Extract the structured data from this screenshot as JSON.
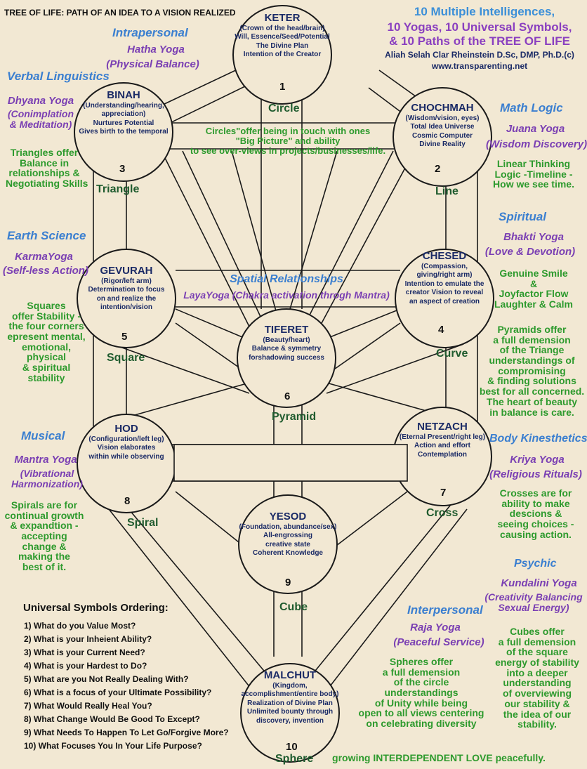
{
  "title": "TREE OF LIFE: PATH OF AN IDEA TO A VISION REALIZED",
  "header": {
    "line1": "10 Multiple Intelligences,",
    "line2": "10 Yogas, 10 Universal Symbols,",
    "line3": "& 10 Paths of the TREE OF LIFE",
    "author": "Aliah Selah Clar Rheinstein D.Sc, DMP, Ph.D.(c)",
    "website": "www.transparenting.net"
  },
  "sephirot": [
    {
      "name": "KETER",
      "lines": [
        "(Crown of the head/brain)",
        "Will, Essence/Seed/Potential",
        "The Divine Plan",
        "Intention of the Creator"
      ],
      "num": "1",
      "symbol": "Circle"
    },
    {
      "name": "CHOCHMAH",
      "lines": [
        "(Wisdom/vision, eyes)",
        "Total Idea Universe",
        "Cosmic Computer",
        "Divine Reality"
      ],
      "num": "2",
      "symbol": "Line"
    },
    {
      "name": "BINAH",
      "lines": [
        "(Understanding/hearing,",
        "appreciation)",
        "Nurtures Potential",
        "Gives birth to the temporal"
      ],
      "num": "3",
      "symbol": "Triangle"
    },
    {
      "name": "CHESED",
      "lines": [
        "(Compassion,",
        "giving/right arm)",
        "Intention to emulate  the",
        "creator Vision to reveal",
        "an aspect of creation"
      ],
      "num": "4",
      "symbol": "Curve"
    },
    {
      "name": "GEVURAH",
      "lines": [
        "(Rigor/left arm)",
        "Determination to focus",
        "on and realize the",
        "intention/vision"
      ],
      "num": "5",
      "symbol": "Square"
    },
    {
      "name": "TIFERET",
      "lines": [
        "(Beauty/heart)",
        "Balance & symmetry",
        "forshadowing success"
      ],
      "num": "6",
      "symbol": "Pyramid"
    },
    {
      "name": "NETZACH",
      "lines": [
        "(Eternal Present/right leg)",
        "Action and effort",
        "Contemplation"
      ],
      "num": "7",
      "symbol": "Cross"
    },
    {
      "name": "HOD",
      "lines": [
        "(Configuration/left leg)",
        "Vision elaborates",
        "within while observing"
      ],
      "num": "8",
      "symbol": "Spiral"
    },
    {
      "name": "YESOD",
      "lines": [
        "(Foundation, abundance/sex)",
        "All-engrossing",
        "creative state",
        "Coherent Knowledge"
      ],
      "num": "9",
      "symbol": "Cube"
    },
    {
      "name": "MALCHUT",
      "lines": [
        "(Kingdom,",
        "accomplishment/entire body)",
        "Realization of Divine Plan",
        "Unlimited bounty through",
        "discovery, invention"
      ],
      "num": "10",
      "symbol": "Sphere"
    }
  ],
  "circles_note": [
    "Circles\"offer being in touch with ones",
    "\"Big Picture\" and ability",
    "to see over-views in projects/businesses/life."
  ],
  "spatial": {
    "title": "Spatial Relationships",
    "yoga": "LayaYoga (Chakra activation throgh Mantra)"
  },
  "intelligences": {
    "intrapersonal": {
      "label": "Intrapersonal",
      "yoga": "Hatha Yoga",
      "yoga_sub": "(Physical Balance)"
    },
    "verbal": {
      "label": "Verbal Linguistics",
      "yoga": "Dhyana Yoga",
      "yoga_sub": [
        "(Conimplation",
        "& Meditation)"
      ],
      "note": [
        "Triangles offer",
        "Balance in",
        "relationships &",
        "Negotiating Skills"
      ]
    },
    "math": {
      "label": "Math Logic",
      "yoga": "Juana Yoga",
      "yoga_sub": "(Wisdom Discovery)",
      "note": [
        "Linear Thinking",
        "Logic -Timeline -",
        "How we see time."
      ]
    },
    "spiritual": {
      "label": "Spiritual",
      "yoga": "Bhakti Yoga",
      "yoga_sub": "(Love & Devotion)",
      "note": [
        "Genuine Smile",
        "&",
        "Joyfactor Flow",
        "Laughter & Calm"
      ]
    },
    "earth": {
      "label": "Earth Science",
      "yoga": "KarmaYoga",
      "yoga_sub": "(Self-less Action)",
      "note": [
        "Squares",
        "offer Stability -",
        "the four corners",
        "epresent mental,",
        "emotional,",
        "physical",
        "& spiritual",
        "stability"
      ]
    },
    "pyramids_note": [
      "Pyramids offer",
      "a full demension",
      "of the Triange",
      "understandings of",
      "compromising",
      "& finding solutions",
      "best for all concerned.",
      "The heart of beauty",
      "in balance is care."
    ],
    "body": {
      "label": "Body Kinesthetics",
      "yoga": "Kriya Yoga",
      "yoga_sub": "(Religious Rituals)",
      "note": [
        "Crosses are for",
        "ability to make",
        "descions &",
        "seeing choices -",
        "causing action."
      ]
    },
    "musical": {
      "label": "Musical",
      "yoga": "Mantra Yoga",
      "yoga_sub": [
        "(Vibrational",
        "Harmonization)"
      ],
      "note": [
        "Spirals are for",
        "continual growth",
        "& expandtion -",
        "accepting",
        "change &",
        "making the",
        "best of it."
      ]
    },
    "psychic": {
      "label": "Psychic",
      "yoga": "Kundalini Yoga",
      "yoga_sub": [
        "(Creativity Balancing",
        "Sexual Energy)"
      ],
      "note": [
        "Cubes offer",
        "a full demension",
        "of the square",
        "energy of stability",
        "into a deeper",
        "understanding",
        "of overviewing",
        "our stability &",
        "the idea of our",
        "stability."
      ]
    },
    "interpersonal": {
      "label": "Interpersonal",
      "yoga": "Raja Yoga",
      "yoga_sub": "(Peaceful Service)",
      "note": [
        "Spheres offer",
        "a full demension",
        "of the circle",
        "understandings",
        "of Unity while being",
        "open to  all views centering",
        "on celebrating diversity"
      ]
    }
  },
  "footer_line": "growing INTERDEPENDENT LOVE peacefully.",
  "ordering": {
    "title": "Universal Symbols Ordering:",
    "items": [
      "1) What do you Value Most?",
      "2) What is your Inheient Ability?",
      "3) What is your  Current Need?",
      "4) What is your Hardest to Do?",
      "5) What are you Not Really Dealing With?",
      "6) What is a focus of your Ultimate Possibility?",
      "7) What Would Really Heal You?",
      "8) What Change Would Be Good To Except?",
      "9) What Needs To Happen To Let Go/Forgive More?",
      "10) What Focuses You In Your Life Purpose?"
    ]
  }
}
